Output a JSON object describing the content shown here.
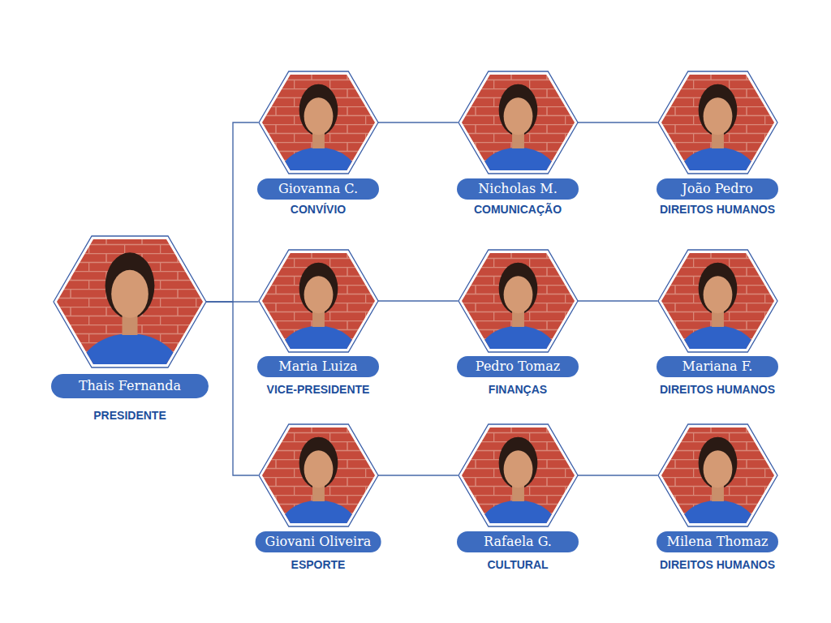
{
  "diagram": {
    "nodes": [
      {
        "text": [
          "Thais Fernanda",
          "PRESIDENTE"
        ]
      },
      {
        "text": [
          "Giovanna C.",
          "CONVÍVIO"
        ]
      },
      {
        "text": [
          "Nicholas M.",
          "COMUNICAÇÃO"
        ]
      },
      {
        "text": [
          "João Pedro",
          "DIREITOS HUMANOS"
        ]
      },
      {
        "text": [
          "Maria Luiza",
          "VICE-PRESIDENTE"
        ]
      },
      {
        "text": [
          "Pedro Tomaz",
          "FINANÇAS"
        ]
      },
      {
        "text": [
          "Mariana F.",
          "DIREITOS HUMANOS"
        ]
      },
      {
        "text": [
          "Giovani Oliveira",
          "ESPORTE"
        ]
      },
      {
        "text": [
          "Rafaela G.",
          "CULTURAL"
        ]
      },
      {
        "text": [
          "Milena Thomaz",
          "DIREITOS HUMANOS"
        ]
      }
    ],
    "edges": [
      {
        "from": 0,
        "to": 1,
        "arrow": "none"
      },
      {
        "from": 0,
        "to": 4,
        "arrow": "none"
      },
      {
        "from": 0,
        "to": 7,
        "arrow": "none"
      },
      {
        "from": 1,
        "to": 2,
        "arrow": "none"
      },
      {
        "from": 2,
        "to": 3,
        "arrow": "none"
      },
      {
        "from": 4,
        "to": 5,
        "arrow": "none"
      },
      {
        "from": 5,
        "to": 6,
        "arrow": "none"
      },
      {
        "from": 7,
        "to": 8,
        "arrow": "none"
      },
      {
        "from": 8,
        "to": 9,
        "arrow": "none"
      }
    ]
  }
}
